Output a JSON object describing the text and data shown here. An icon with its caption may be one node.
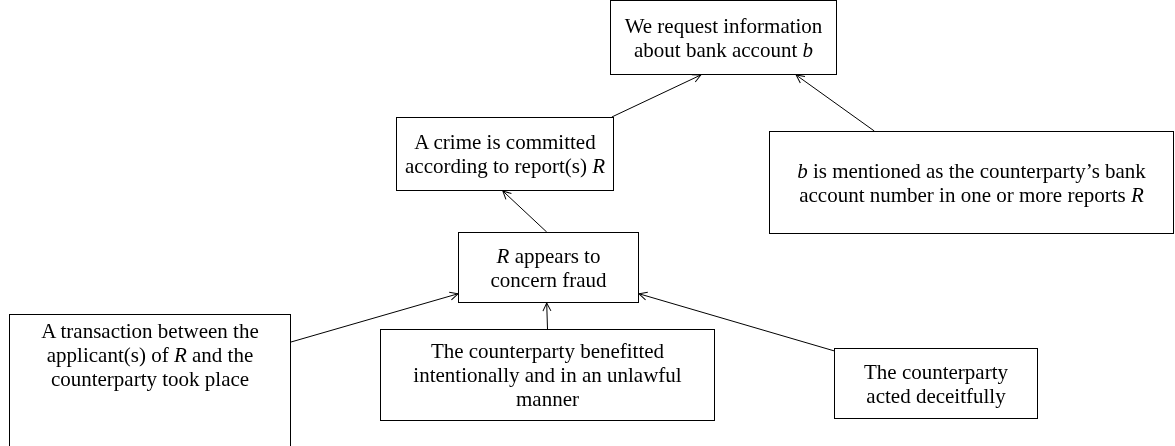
{
  "diagram": {
    "nodes": [
      {
        "text": [
          "We request information about bank account *b*"
        ]
      },
      {
        "text": [
          "A crime is committed according to report(s) *R*"
        ]
      },
      {
        "text": [
          "*b* is mentioned as the counterparty’s bank account number in one or more reports *R*"
        ]
      },
      {
        "text": [
          "*R* appears to concern fraud"
        ]
      },
      {
        "text": [
          "A transaction between the applicant(s) of *R* and the counterparty took place"
        ]
      },
      {
        "text": [
          "The counterparty benefitted intentionally and in an unlawful manner"
        ]
      },
      {
        "text": [
          "The counterparty acted deceitfully"
        ]
      }
    ],
    "edges": [
      {
        "from": 1,
        "to": 0,
        "arrow": "to"
      },
      {
        "from": 2,
        "to": 0,
        "arrow": "to"
      },
      {
        "from": 3,
        "to": 1,
        "arrow": "to"
      },
      {
        "from": 4,
        "to": 3,
        "arrow": "to"
      },
      {
        "from": 5,
        "to": 3,
        "arrow": "to"
      },
      {
        "from": 6,
        "to": 3,
        "arrow": "to"
      }
    ]
  }
}
